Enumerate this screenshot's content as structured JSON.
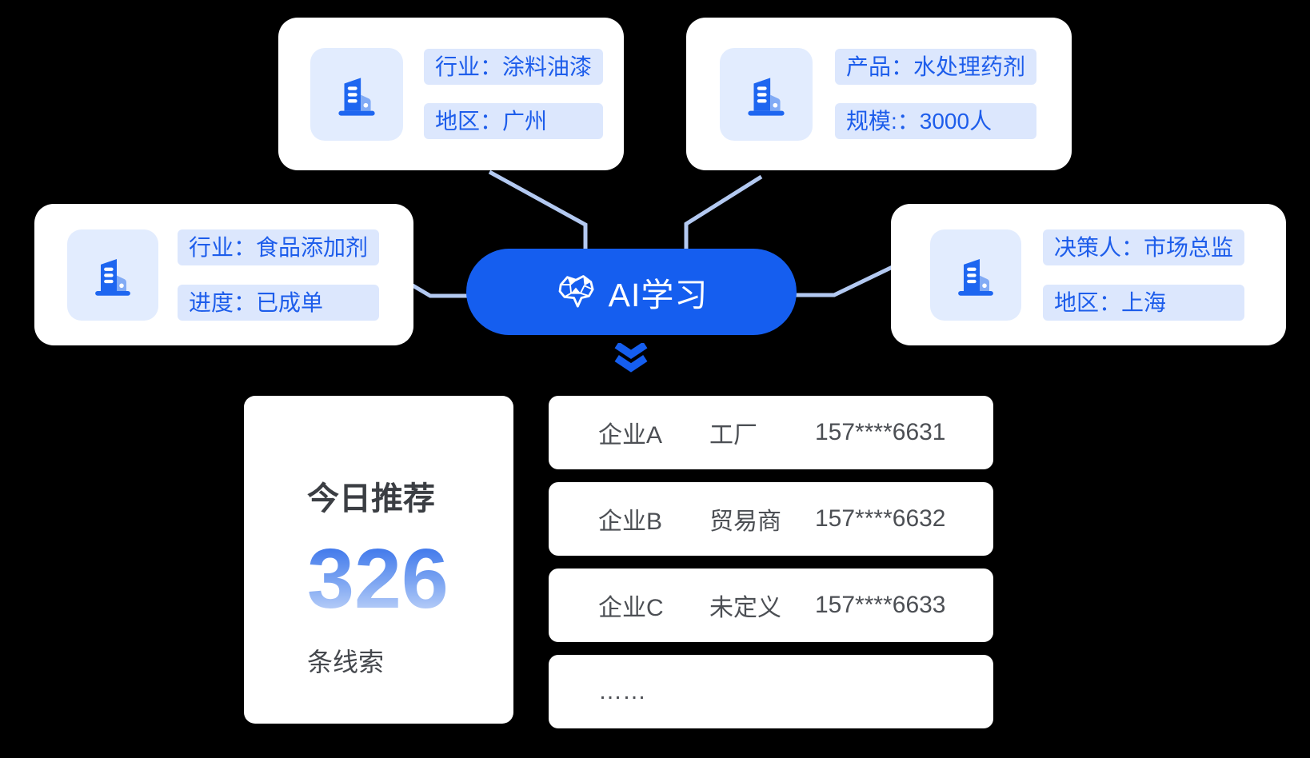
{
  "ai_node": {
    "label": "AI学习"
  },
  "flow": {
    "direction": "down"
  },
  "cards": {
    "top_left": {
      "chips": [
        "行业：涂料油漆",
        "地区：广州"
      ]
    },
    "top_right": {
      "chips": [
        "产品：水处理药剂",
        "规模:：3000人"
      ]
    },
    "left": {
      "chips": [
        "行业：食品添加剂",
        "进度：已成单"
      ]
    },
    "right": {
      "chips": [
        "决策人：市场总监",
        "地区：上海"
      ]
    }
  },
  "summary": {
    "title": "今日推荐",
    "count": "326",
    "unit": "条线索"
  },
  "leads": {
    "rows": [
      {
        "name": "企业A",
        "type": "工厂",
        "phone": "157****6631"
      },
      {
        "name": "企业B",
        "type": "贸易商",
        "phone": "157****6632"
      },
      {
        "name": "企业C",
        "type": "未定义",
        "phone": "157****6633"
      }
    ],
    "more": "……"
  },
  "icons": {
    "company": "building-icon",
    "ai": "brain-icon",
    "flow": "double-chevron-down-icon"
  },
  "colors": {
    "background": "#000000",
    "card_bg": "#FFFFFF",
    "accent_blue": "#155EEF",
    "chip_bg": "#DCE7FD",
    "chip_text": "#1D5DEB",
    "icon_tile_bg": "#E2ECFE",
    "building_main": "#1E66F0",
    "building_light": "#82ABF5",
    "connector": "#B3C9F1",
    "row_text": "#4C4F54",
    "title_text": "#3B3E43",
    "count_gradient_top": "#2E6BE9",
    "count_gradient_bottom": "#CBDBFA"
  }
}
